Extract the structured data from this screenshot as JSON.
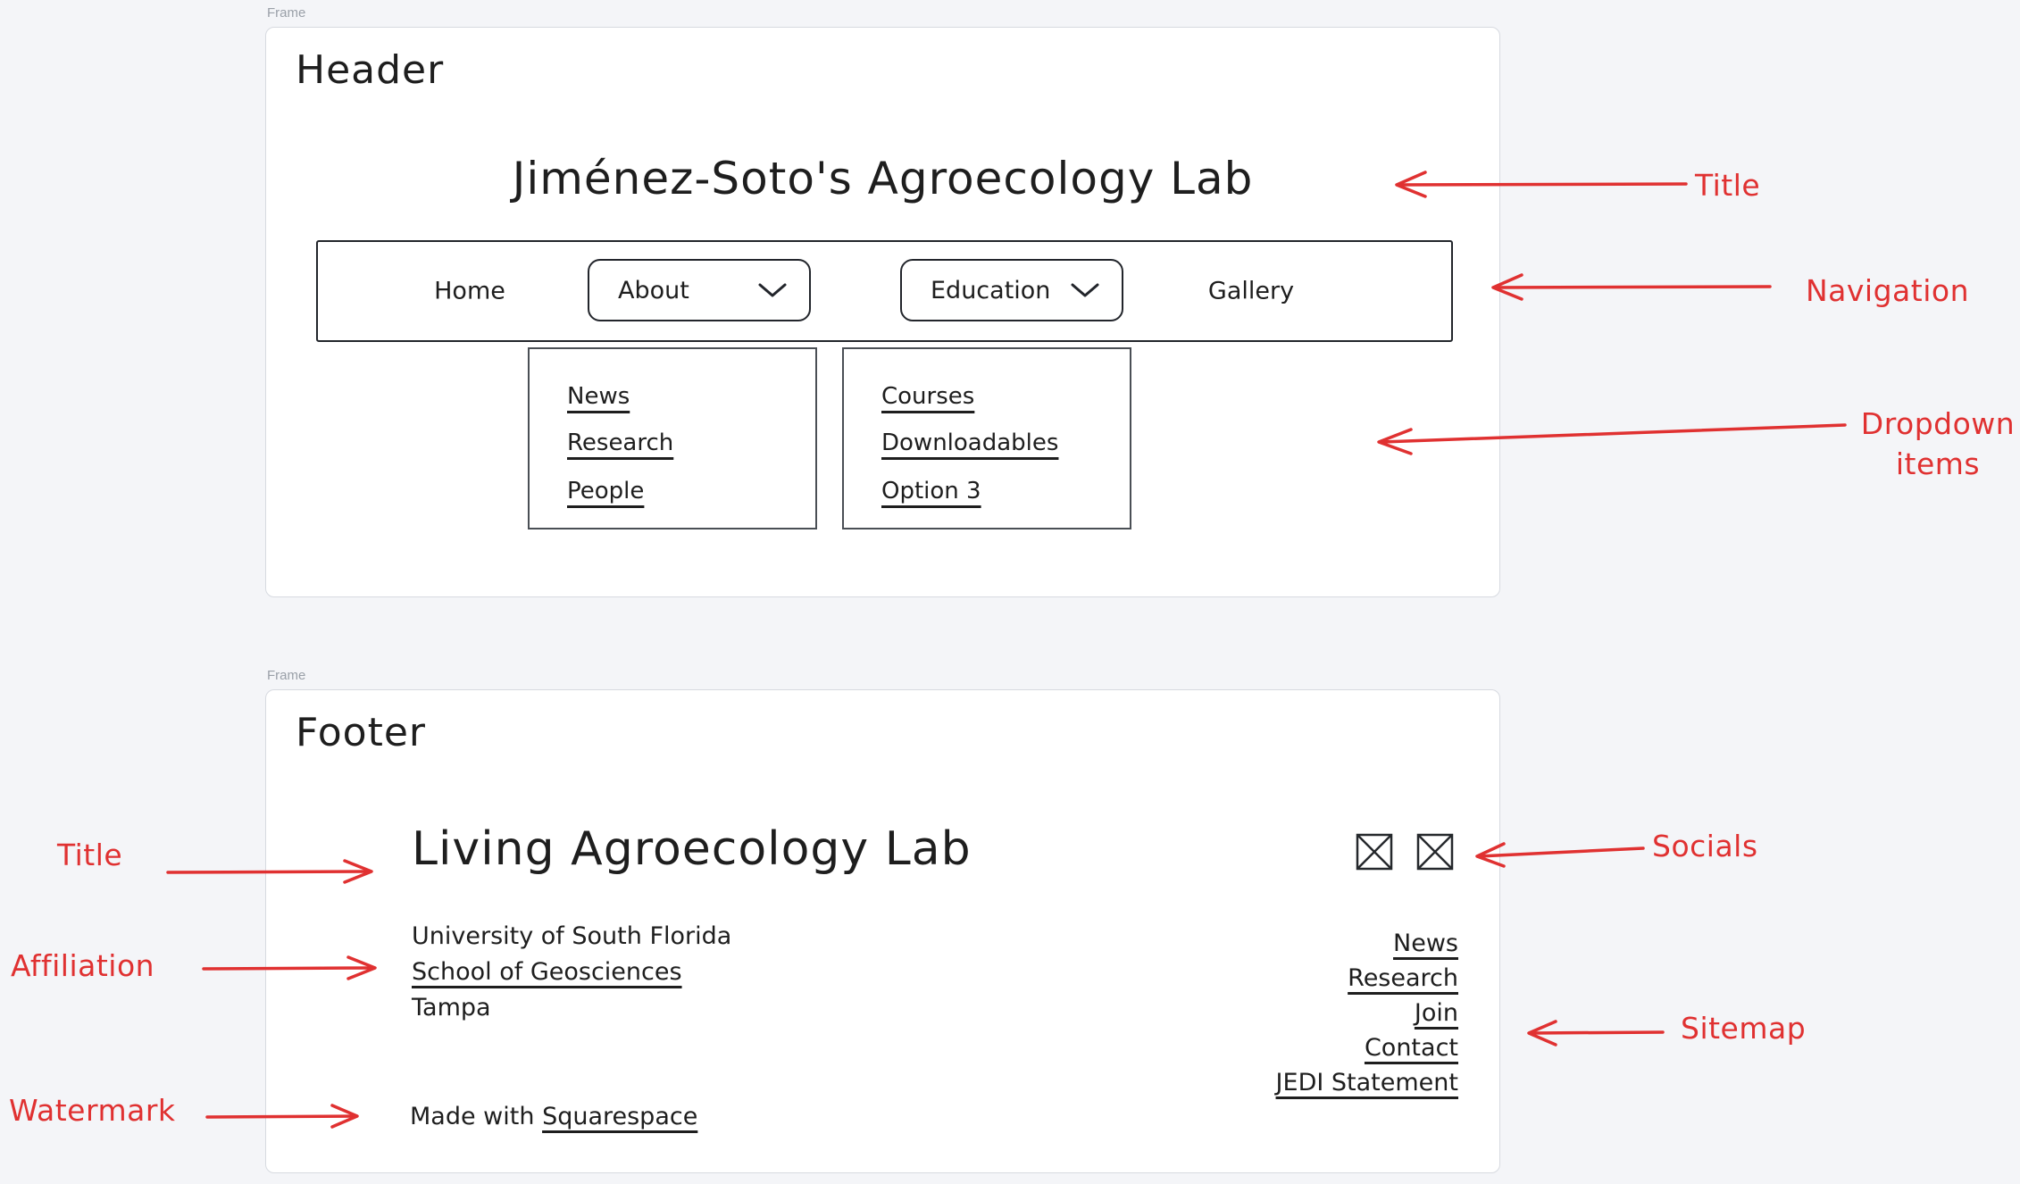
{
  "colors": {
    "accent_red": "#e03131",
    "ink": "#1e1e1e",
    "canvas_background": "#f4f5f8",
    "frame_background": "#ffffff",
    "frame_border": "#d7dae0",
    "frame_label": "#9aa0a8"
  },
  "header_frame": {
    "frame_label": "Frame",
    "section_title": "Header",
    "site_title": "Jiménez-Soto's Agroecology Lab",
    "nav": {
      "home": "Home",
      "about": "About",
      "education": "Education",
      "gallery": "Gallery"
    },
    "about_dropdown": {
      "items": [
        "News",
        "Research",
        "People"
      ]
    },
    "education_dropdown": {
      "items": [
        "Courses",
        "Downloadables",
        "Option 3"
      ]
    }
  },
  "footer_frame": {
    "frame_label": "Frame",
    "section_title": "Footer",
    "site_title": "Living Agroecology Lab",
    "affiliation": {
      "university": "University of South Florida",
      "school": "School of Geosciences",
      "city": "Tampa"
    },
    "watermark": {
      "prefix": "Made with",
      "link": "Squarespace"
    },
    "socials": {
      "icons": [
        "image-placeholder-icon",
        "image-placeholder-icon"
      ]
    },
    "sitemap": [
      "News",
      "Research",
      "Join",
      "Contact",
      "JEDI Statement"
    ]
  },
  "annotations": {
    "header_title": "Title",
    "navigation": "Navigation",
    "dropdown_line1": "Dropdown",
    "dropdown_line2": "items",
    "footer_title": "Title",
    "affiliation": "Affiliation",
    "watermark": "Watermark",
    "socials": "Socials",
    "sitemap": "Sitemap"
  }
}
